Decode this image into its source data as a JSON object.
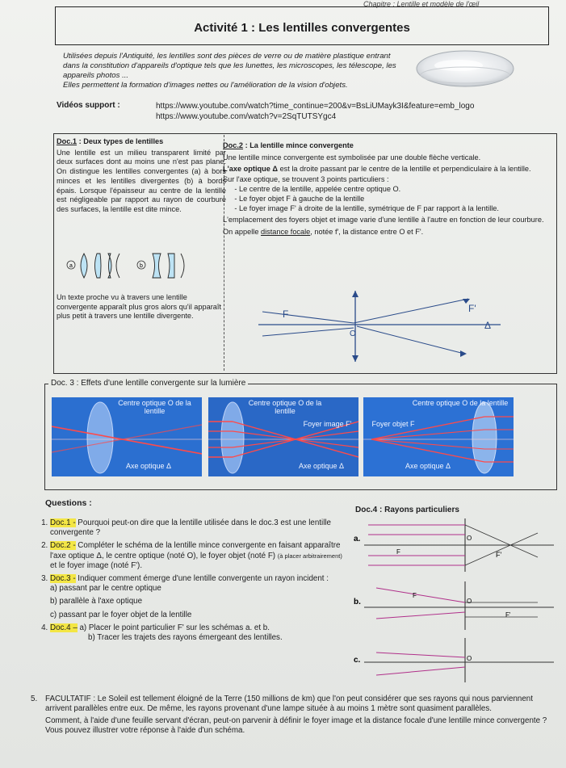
{
  "header": {
    "chapter": "Chapitre : Lentille et modèle de l'œil"
  },
  "title": "Activité 1 : Les lentilles convergentes",
  "intro": {
    "p1": "Utilisées depuis l'Antiquité, les lentilles sont des pièces de verre ou de matière plastique entrant dans la constitution d'appareils d'optique tels que les lunettes, les microscopes, les télescope, les appareils photos ...",
    "p2": "Elles permettent la formation d'images nettes ou l'amélioration de la vision d'objets."
  },
  "videos": {
    "label": "Vidéos support :",
    "link1": "https://www.youtube.com/watch?time_continue=200&v=BsLiUMayk3I&feature=emb_logo",
    "link2": "https://www.youtube.com/watch?v=2SqTUTSYgc4"
  },
  "doc1": {
    "title_ref": "Doc.1",
    "title_rest": " : Deux types de lentilles",
    "body": "Une lentille est un milieu transparent limité par deux surfaces dont au moins une n'est pas plane. On distingue les lentilles convergentes (a) à bors minces et les lentilles divergentes (b) à bords épais. Lorsque l'épaisseur au centre de la lentille est négligeable par rapport au rayon de courbure des surfaces, la lentille est dite mince.",
    "label_a": "a",
    "label_b": "b",
    "end": "Un texte proche vu à travers une lentille convergente apparaît plus gros alors qu'il apparaît plus petit à travers une lentille divergente."
  },
  "doc2": {
    "title_ref": "Doc.2",
    "title_rest": " : La lentille mince convergente",
    "p1": "Une lentille mince convergente est symbolisée par une double flèche verticale.",
    "p2_bold": "L'axe optique Δ",
    "p2_rest": " est la droite passant par le centre de la lentille et perpendiculaire à la lentille.",
    "p3": "Sur l'axe optique, se trouvent 3 points particuliers :",
    "items": [
      "Le centre de la lentille, appelée centre optique O.",
      "Le foyer objet F à gauche de la lentille",
      "Le foyer image F' à droite de la lentille, symétrique de F par rapport à la lentille."
    ],
    "p4": "L'emplacement des foyers objet et image varie d'une lentille à l'autre en fonction de leur courbure.",
    "p5_pre": "On appelle ",
    "p5_u": "distance focale",
    "p5_post": ", notée f', la distance entre O et F'.",
    "diagram": {
      "F": "F",
      "Fp": "F'",
      "O": "O",
      "axis": "Δ"
    }
  },
  "doc3": {
    "title": "Doc. 3 : Effets d'une lentille convergente sur la lumière",
    "panel1": {
      "center": "Centre optique O de la lentille",
      "axis": "Axe optique Δ"
    },
    "panel2": {
      "center": "Centre optique O de la lentille",
      "focus": "Foyer image F'",
      "axis": "Axe optique Δ"
    },
    "panel3": {
      "center": "Centre optique O de la lentille",
      "focus": "Foyer objet F",
      "axis": "Axe optique Δ"
    }
  },
  "questions": {
    "heading": "Questions :",
    "q1_ref": "Doc.1 -",
    "q1": " Pourquoi peut-on dire que la lentille utilisée dans le doc.3 est une lentille convergente ?",
    "q2_ref": "Doc.2 -",
    "q2": " Compléter le schéma de la lentille mince convergente en faisant apparaître l'axe optique Δ, le centre optique (noté O), le foyer objet (noté F) ",
    "q2_small": "(à placer arbitrairement)",
    "q2_end": " et le foyer image (noté F').",
    "q3_ref": "Doc.3 -",
    "q3": " Indiquer comment émerge d'une lentille convergente un rayon incident :",
    "q3_items": [
      "a)  passant par le centre optique",
      "b)  parallèle à l'axe optique",
      "c)  passant par le foyer objet de la lentille"
    ],
    "q4_ref": "Doc.4 –",
    "q4a": " a) Placer le point particulier F' sur les schémas a. et b.",
    "q4b": "b) Tracer les trajets des rayons émergeant des lentilles."
  },
  "doc4": {
    "title": "Doc.4 : Rayons particuliers",
    "a": "a.",
    "b": "b.",
    "c": "c.",
    "O": "O",
    "F": "F",
    "Fp": "F'"
  },
  "q5": {
    "num": "5.",
    "p1": "FACULTATIF : Le Soleil est tellement éloigné de la Terre (150 millions de km) que l'on peut considérer que ses rayons qui nous parviennent arrivent parallèles entre eux. De même, les rayons provenant d'une lampe située à au moins 1 mètre sont quasiment parallèles.",
    "p2": "Comment, à l'aide d'une feuille servant d'écran, peut-on parvenir à définir le foyer image et la distance focale d'une lentille mince convergente ? Vous pouvez illustrer votre réponse à l'aide d'un schéma."
  }
}
